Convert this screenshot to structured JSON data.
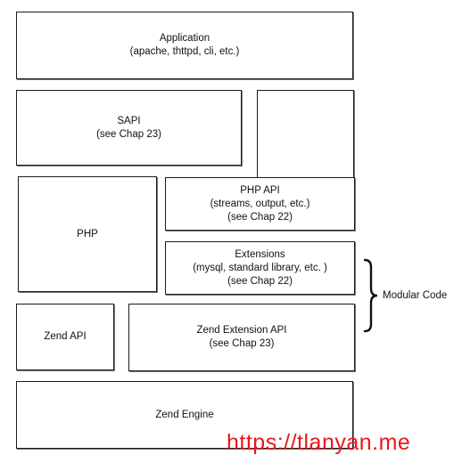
{
  "diagram": {
    "application": {
      "line1": "Application",
      "line2": "(apache, thttpd, cli, etc.)"
    },
    "sapi": {
      "line1": "SAPI",
      "line2": "(see Chap 23)"
    },
    "php": {
      "label": "PHP"
    },
    "php_api": {
      "line1": "PHP API",
      "line2": "(streams, output, etc.)",
      "line3": "(see Chap 22)"
    },
    "extensions": {
      "line1": "Extensions",
      "line2": "(mysql, standard library, etc. )",
      "line3": "(see Chap 22)"
    },
    "zend_api": {
      "label": "Zend API"
    },
    "zend_extension_api": {
      "line1": "Zend Extension API",
      "line2": "(see Chap 23)"
    },
    "zend_engine": {
      "label": "Zend Engine"
    },
    "modular_code": {
      "label": "Modular Code"
    }
  },
  "watermark": {
    "text": "https://tlanyan.me",
    "color": "#e8171d"
  }
}
